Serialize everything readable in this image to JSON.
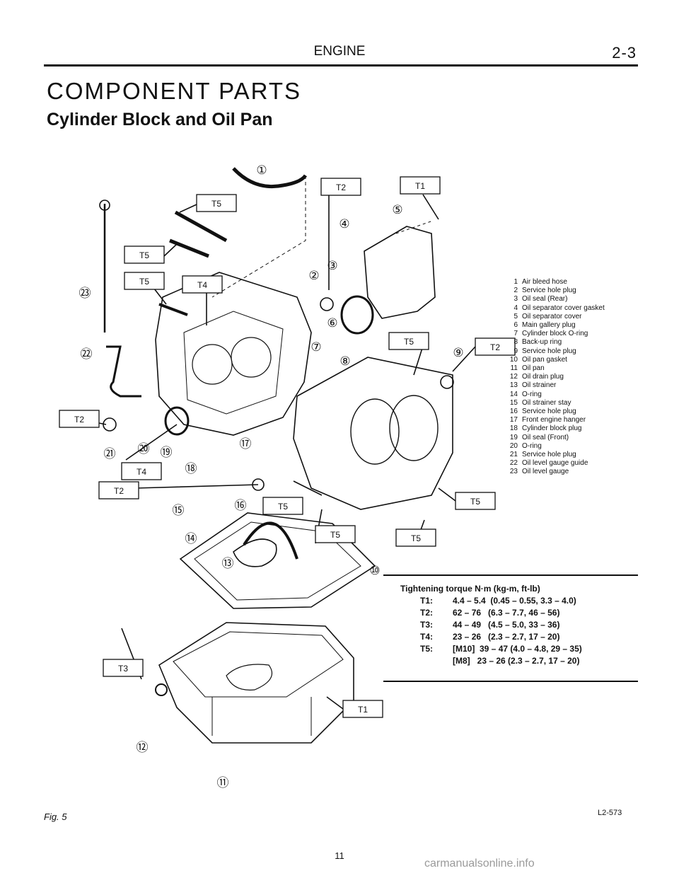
{
  "header": {
    "section": "ENGINE",
    "page_code": "2-3"
  },
  "title": "COMPONENT PARTS",
  "subtitle": "Cylinder Block and Oil Pan",
  "diagram": {
    "torque_tags": [
      "T5",
      "T5",
      "T5",
      "T4",
      "T2",
      "T1",
      "T5",
      "T2",
      "T2",
      "T4",
      "T2",
      "T5",
      "T5",
      "T5",
      "T5",
      "T3",
      "T1"
    ],
    "callouts": [
      "①",
      "②",
      "③",
      "④",
      "⑤",
      "⑥",
      "⑦",
      "⑧",
      "⑨",
      "⑩",
      "⑪",
      "⑫",
      "⑬",
      "⑭",
      "⑮",
      "⑯",
      "⑰",
      "⑱",
      "⑲",
      "⑳",
      "㉑",
      "㉒",
      "㉓"
    ]
  },
  "legend": [
    {
      "n": "1",
      "text": "Air bleed hose"
    },
    {
      "n": "2",
      "text": "Service hole plug"
    },
    {
      "n": "3",
      "text": "Oil seal (Rear)"
    },
    {
      "n": "4",
      "text": "Oil separator cover gasket"
    },
    {
      "n": "5",
      "text": "Oil separator cover"
    },
    {
      "n": "6",
      "text": "Main gallery plug"
    },
    {
      "n": "7",
      "text": "Cylinder block O-ring"
    },
    {
      "n": "8",
      "text": "Back-up ring"
    },
    {
      "n": "9",
      "text": "Service hole plug"
    },
    {
      "n": "10",
      "text": "Oil pan gasket"
    },
    {
      "n": "11",
      "text": "Oil pan"
    },
    {
      "n": "12",
      "text": "Oil drain plug"
    },
    {
      "n": "13",
      "text": "Oil strainer"
    },
    {
      "n": "14",
      "text": "O-ring"
    },
    {
      "n": "15",
      "text": "Oil strainer stay"
    },
    {
      "n": "16",
      "text": "Service hole plug"
    },
    {
      "n": "17",
      "text": "Front engine hanger"
    },
    {
      "n": "18",
      "text": "Cylinder block plug"
    },
    {
      "n": "19",
      "text": "Oil seal (Front)"
    },
    {
      "n": "20",
      "text": "O-ring"
    },
    {
      "n": "21",
      "text": "Service hole plug"
    },
    {
      "n": "22",
      "text": "Oil level gauge guide"
    },
    {
      "n": "23",
      "text": "Oil level gauge"
    }
  ],
  "torque": {
    "heading": "Tightening torque  N·m (kg-m, ft-lb)",
    "rows": [
      {
        "label": "T1:",
        "value": "4.4 – 5.4  (0.45 – 0.55, 3.3 – 4.0)"
      },
      {
        "label": "T2:",
        "value": "62 – 76   (6.3 – 7.7, 46 – 56)"
      },
      {
        "label": "T3:",
        "value": "44 – 49   (4.5 – 5.0, 33 – 36)"
      },
      {
        "label": "T4:",
        "value": "23 – 26   (2.3 – 2.7, 17 – 20)"
      },
      {
        "label": "T5:",
        "value": "[M10]  39 – 47 (4.0 – 4.8, 29 – 35)"
      },
      {
        "label": "",
        "value": "[M8]   23 – 26 (2.3 – 2.7, 17 – 20)"
      }
    ]
  },
  "footer": {
    "figure": "Fig. 5",
    "drawing_id": "L2-573",
    "page_number": "11",
    "watermark": "carmanualsonline.info"
  }
}
